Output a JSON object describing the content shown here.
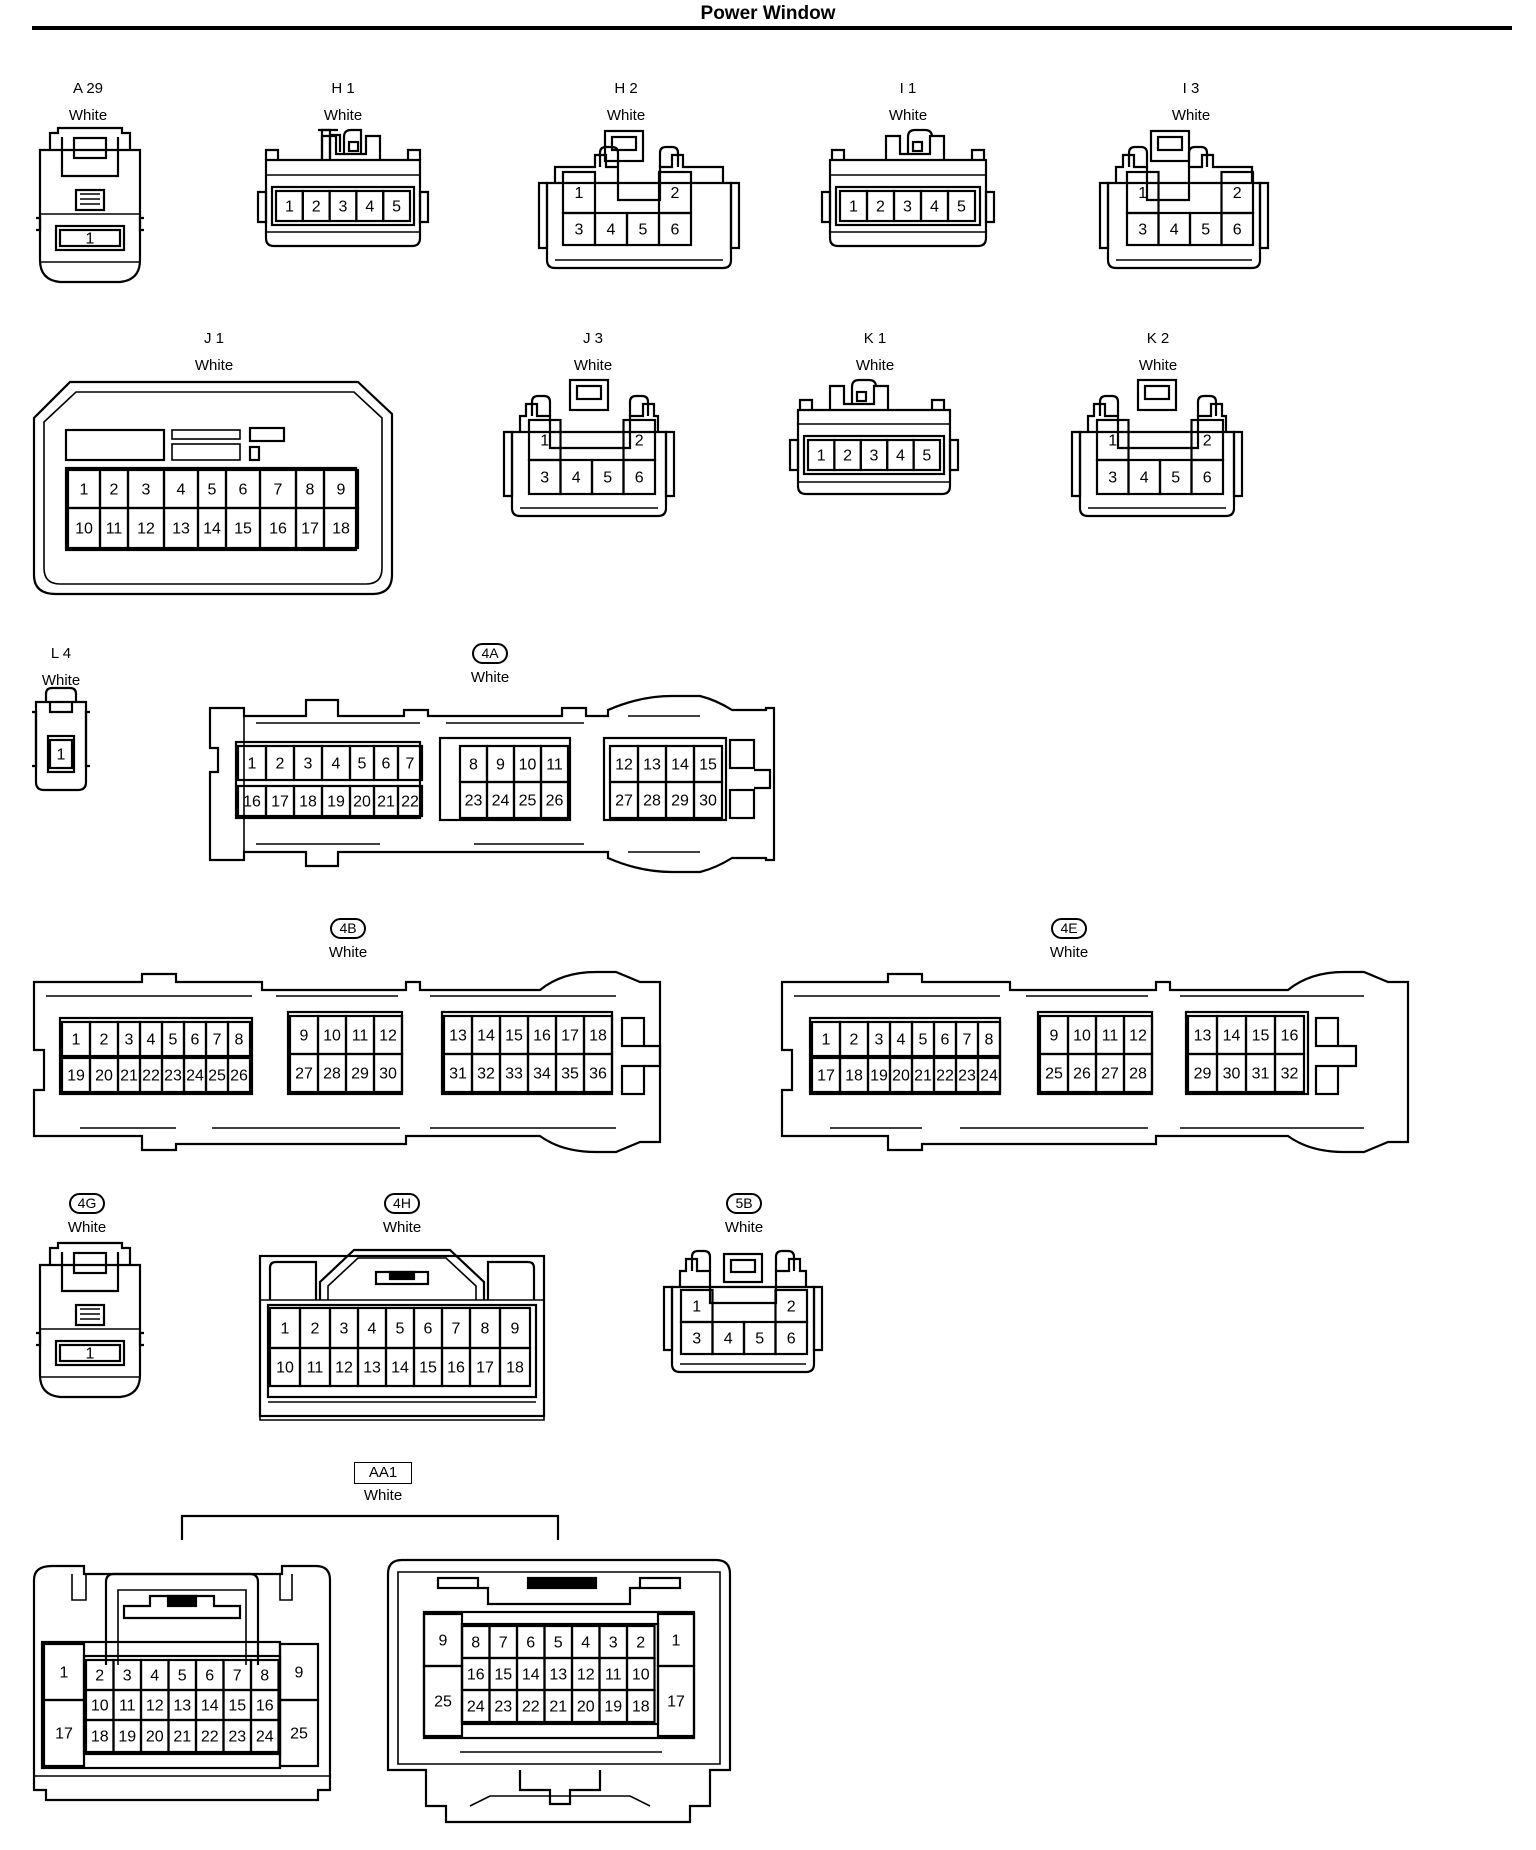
{
  "title": "Power Window",
  "connectors": [
    {
      "id": "a29",
      "code": "A 29",
      "color": "White",
      "style": "plain"
    },
    {
      "id": "h1",
      "code": "H 1",
      "color": "White",
      "style": "plain"
    },
    {
      "id": "h2",
      "code": "H 2",
      "color": "White",
      "style": "plain"
    },
    {
      "id": "i1",
      "code": "I 1",
      "color": "White",
      "style": "plain"
    },
    {
      "id": "i3",
      "code": "I 3",
      "color": "White",
      "style": "plain"
    },
    {
      "id": "j1",
      "code": "J 1",
      "color": "White",
      "style": "plain"
    },
    {
      "id": "j3",
      "code": "J 3",
      "color": "White",
      "style": "plain"
    },
    {
      "id": "k1",
      "code": "K 1",
      "color": "White",
      "style": "plain"
    },
    {
      "id": "k2",
      "code": "K 2",
      "color": "White",
      "style": "plain"
    },
    {
      "id": "l4",
      "code": "L 4",
      "color": "White",
      "style": "plain"
    },
    {
      "id": "4a",
      "code": "4A",
      "color": "White",
      "style": "pill"
    },
    {
      "id": "4b",
      "code": "4B",
      "color": "White",
      "style": "pill"
    },
    {
      "id": "4e",
      "code": "4E",
      "color": "White",
      "style": "pill"
    },
    {
      "id": "4g",
      "code": "4G",
      "color": "White",
      "style": "pill"
    },
    {
      "id": "4h",
      "code": "4H",
      "color": "White",
      "style": "pill"
    },
    {
      "id": "5b",
      "code": "5B",
      "color": "White",
      "style": "pill"
    },
    {
      "id": "aa1",
      "code": "AA1",
      "color": "White",
      "style": "box"
    }
  ]
}
